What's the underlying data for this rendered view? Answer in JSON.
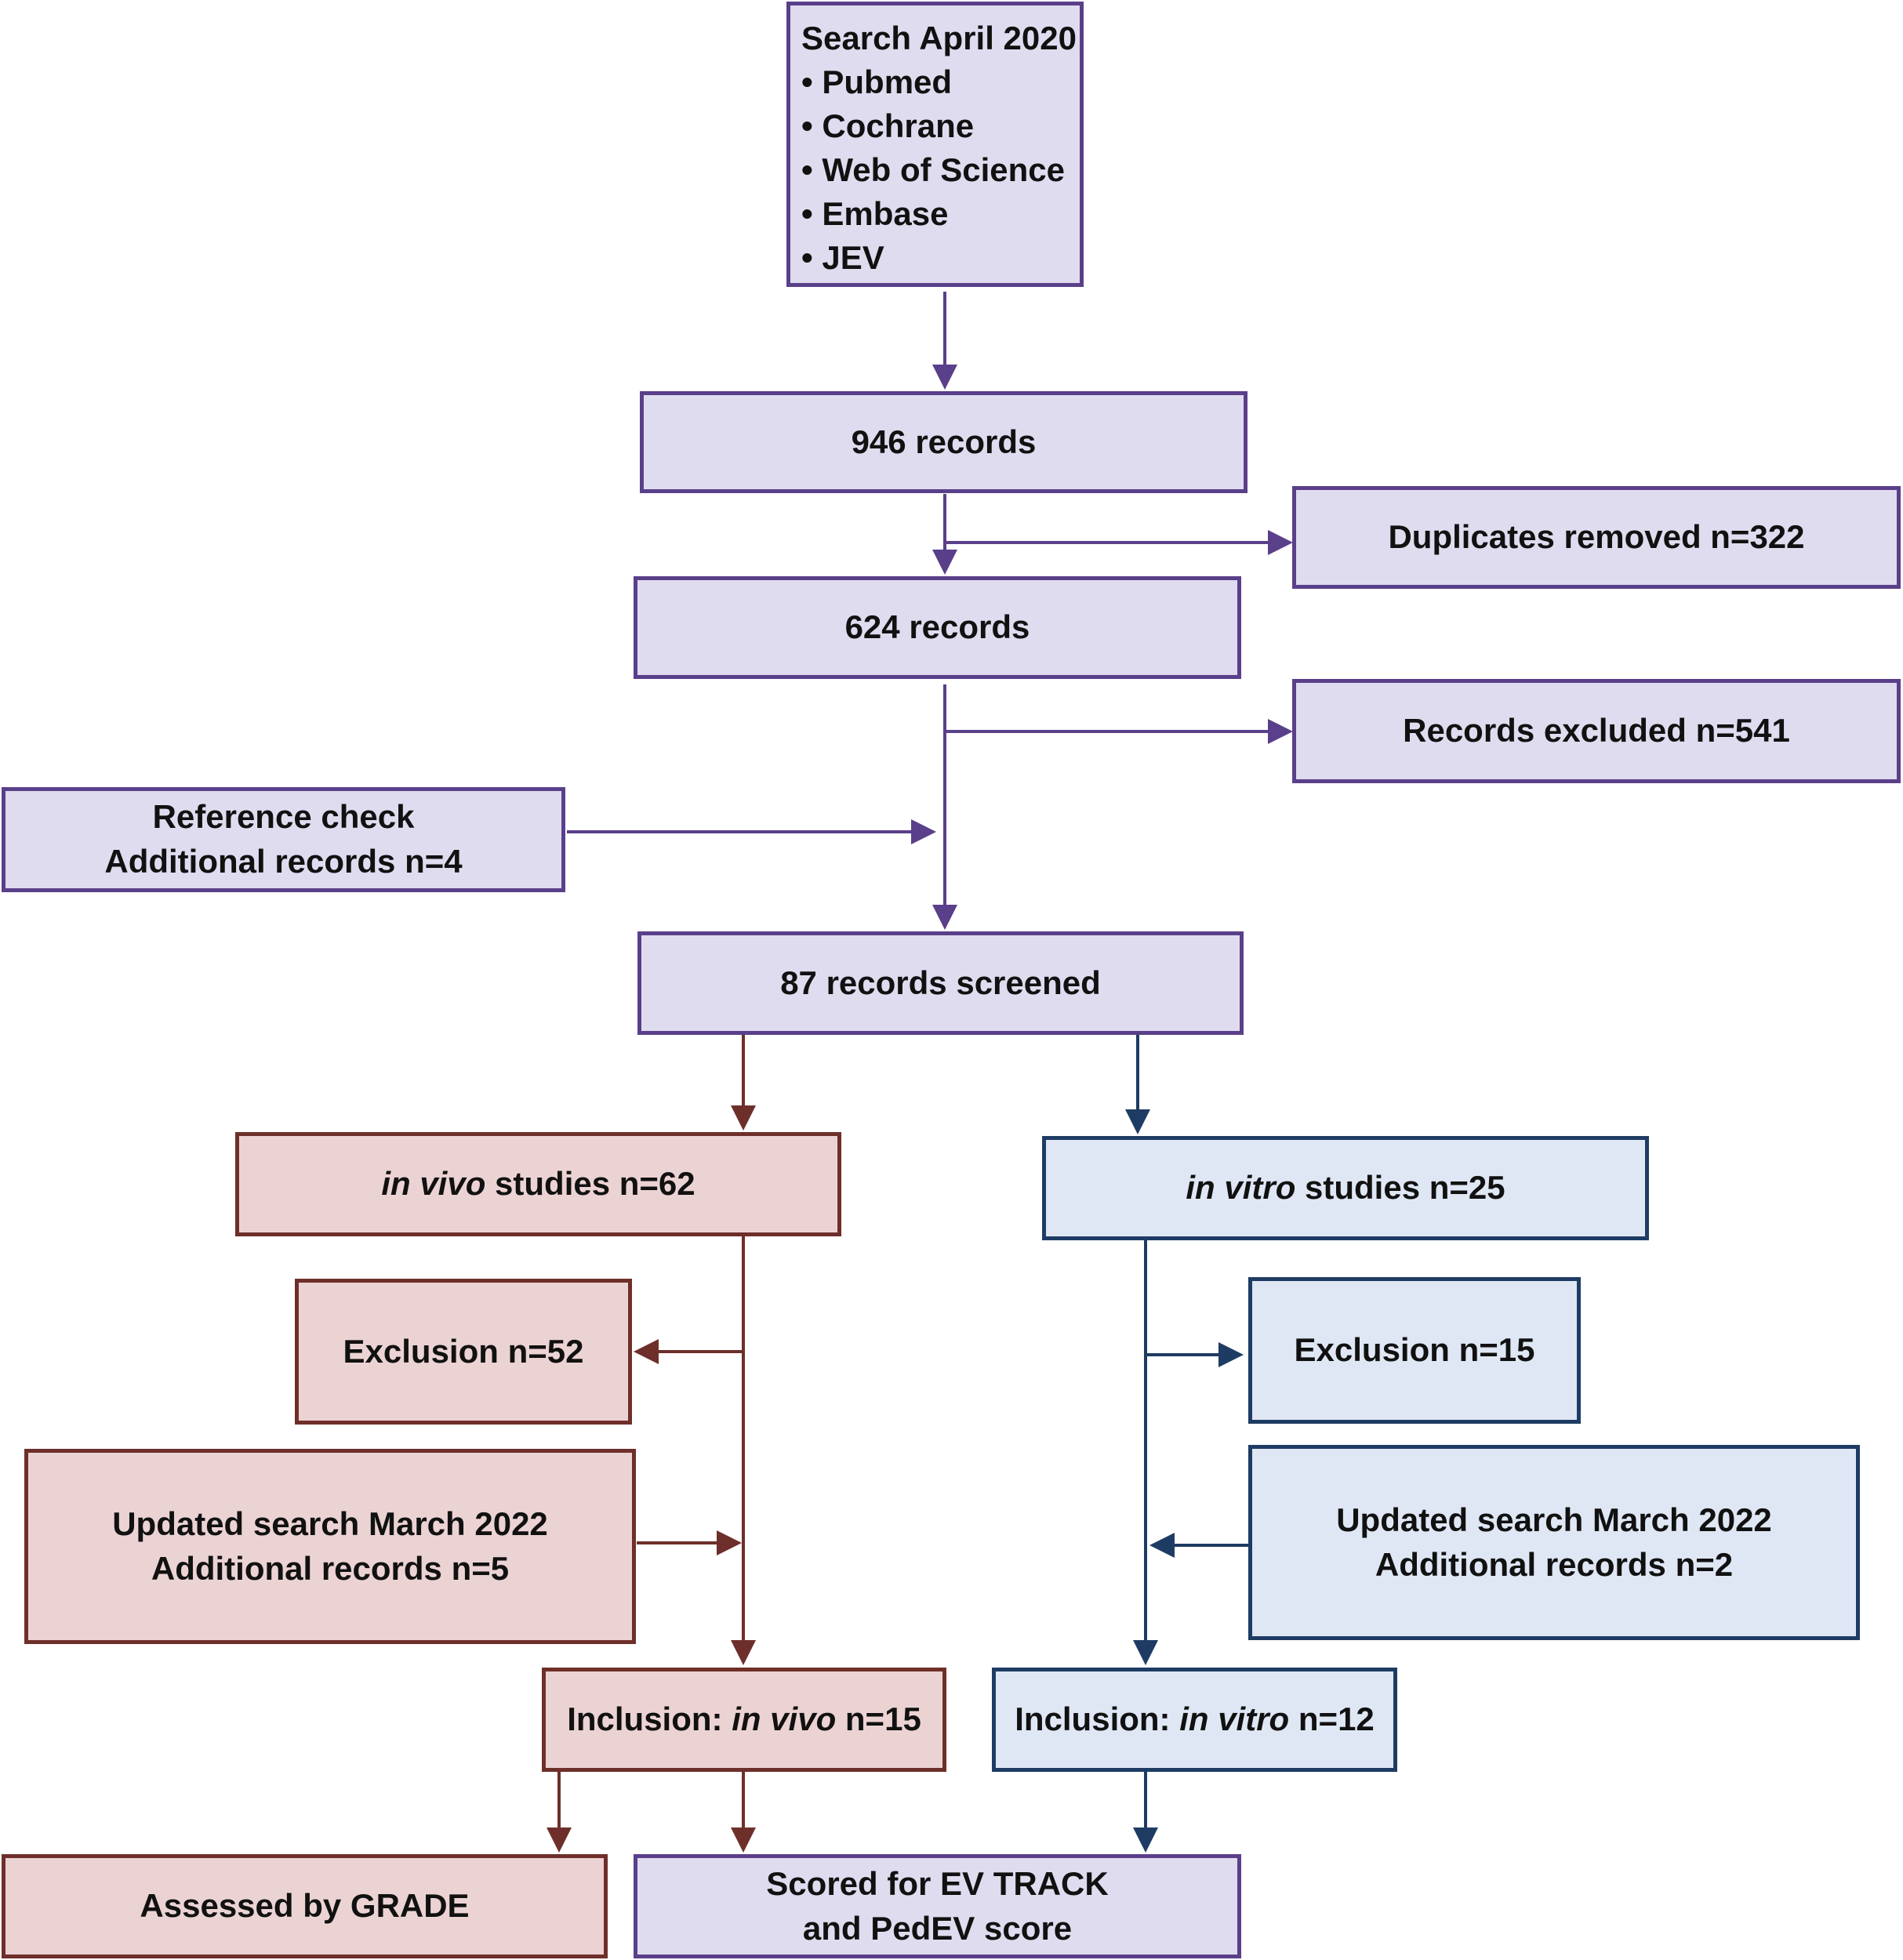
{
  "search": {
    "title": "Search April 2020",
    "databases": [
      "Pubmed",
      "Cochrane",
      "Web of Science",
      "Embase",
      "JEV"
    ]
  },
  "records_946": "946 records",
  "duplicates": "Duplicates removed n=322",
  "records_624": "624 records",
  "excluded": "Records excluded n=541",
  "reference_check": {
    "line1": "Reference check",
    "line2": "Additional records n=4"
  },
  "screened": "87 records screened",
  "in_vivo": {
    "studies_italic": "in vivo",
    "studies_rest": " studies n=62",
    "exclusion": "Exclusion n=52",
    "update_line1": "Updated search March 2022",
    "update_line2": "Additional records n=5",
    "inclusion_prefix": "Inclusion: ",
    "inclusion_italic": "in vivo",
    "inclusion_rest": " n=15",
    "grade": "Assessed by GRADE"
  },
  "in_vitro": {
    "studies_italic": "in vitro",
    "studies_rest": " studies n=25",
    "exclusion": "Exclusion n=15",
    "update_line1": "Updated search March 2022",
    "update_line2": "Additional records n=2",
    "inclusion_prefix": "Inclusion: ",
    "inclusion_italic": "in vitro",
    "inclusion_rest": " n=12"
  },
  "scored": {
    "line1": "Scored for EV TRACK",
    "line2": "and PedEV score"
  },
  "colors": {
    "purple_fill": "#e0dcef",
    "purple_stroke": "#5a3f8a",
    "red_fill": "#ecd3d3",
    "red_stroke": "#6e2f2a",
    "blue_fill": "#dfe7f4",
    "blue_stroke": "#1e3c63"
  }
}
